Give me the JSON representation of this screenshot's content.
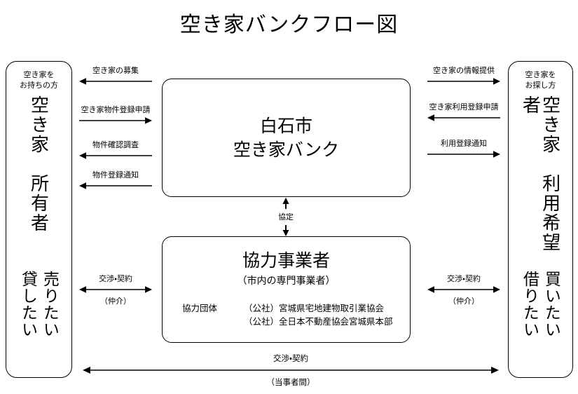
{
  "title": "空き家バンクフロー図",
  "panels": {
    "owner": {
      "head": "空き家を\nお持ちの方",
      "main": "空き家　所有者",
      "wants": [
        "貸したい",
        "売りたい"
      ]
    },
    "seeker": {
      "head": "空き家を\nお探し方",
      "main": "空き家　利用希望者",
      "wants": [
        "借りたい",
        "買いたい"
      ]
    }
  },
  "bank": {
    "label": "白石市\n空き家バンク"
  },
  "cooperator": {
    "title": "協力事業者",
    "subtitle": "（市内の専門事業者）",
    "org_label": "協力団体",
    "orgs": "（公社）宮城県宅地建物取引業協会\n（公社）全日本不動産協会宮城県本部"
  },
  "agreement": {
    "label": "協定"
  },
  "left_arrows": [
    {
      "label": "空き家の募集",
      "direction": "left"
    },
    {
      "label": "空き家物件登録申請",
      "direction": "right"
    },
    {
      "label": "物件確認調査",
      "direction": "left"
    },
    {
      "label": "物件登録通知",
      "direction": "left"
    }
  ],
  "right_arrows": [
    {
      "label": "空き家の情報提供",
      "direction": "right"
    },
    {
      "label": "空き家利用登録申請",
      "direction": "left"
    },
    {
      "label": "利用登録通知",
      "direction": "right"
    }
  ],
  "negotiation_left": {
    "label": "交渉・契約",
    "sub": "（仲介）",
    "direction": "both"
  },
  "negotiation_right": {
    "label": "交渉・契約",
    "sub": "（仲介）",
    "direction": "both"
  },
  "negotiation_bottom": {
    "label": "交渉・契約",
    "sub": "（当事者間）",
    "direction": "both"
  },
  "colors": {
    "stroke": "#000000",
    "background": "#ffffff",
    "text": "#000000"
  }
}
